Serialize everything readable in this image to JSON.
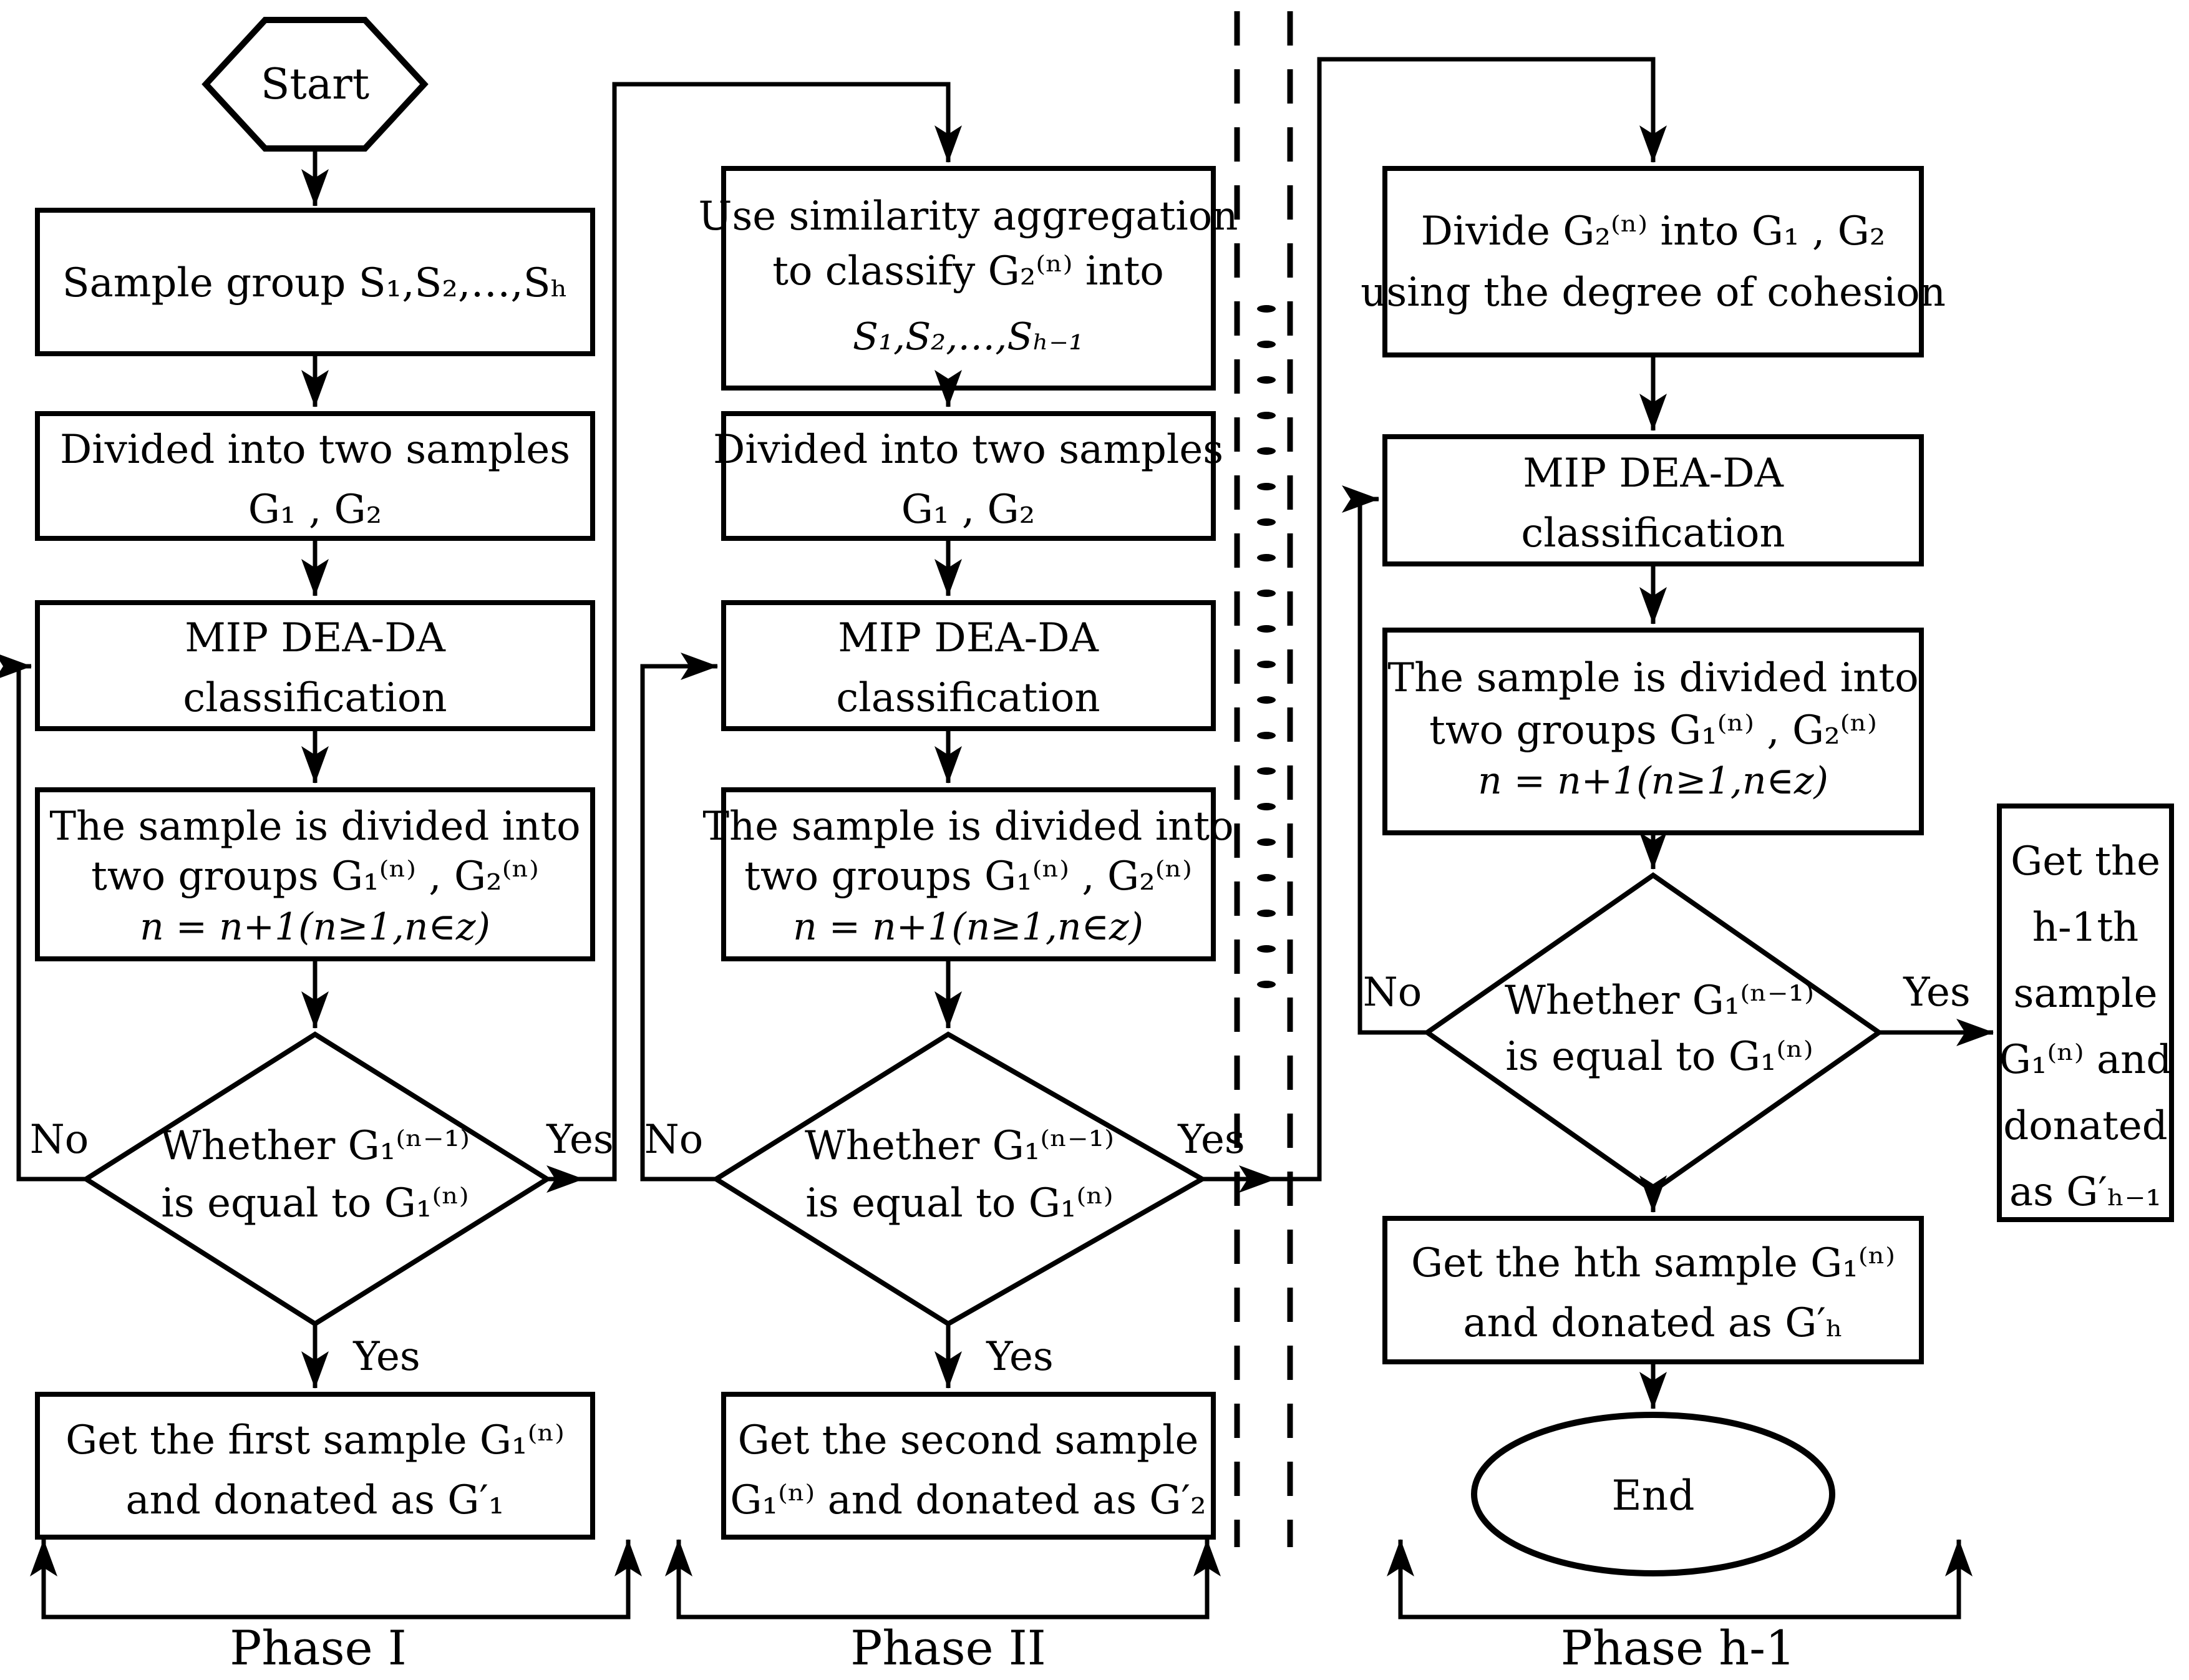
{
  "colors": {
    "ink": "#000000",
    "paper": "#ffffff"
  },
  "terminators": {
    "start": "Start",
    "end": "End"
  },
  "branch_labels": {
    "no": "No",
    "yes": "Yes"
  },
  "phase1": {
    "label": "Phase I",
    "sample_group": "Sample group S₁,S₂,…,Sₕ",
    "divided": [
      "Divided into two samples",
      "G₁ , G₂"
    ],
    "mip": [
      "MIP DEA-DA",
      "classification"
    ],
    "sample_divided": [
      "The sample is divided into",
      "two groups G₁⁽ⁿ⁾ , G₂⁽ⁿ⁾",
      "n = n+1(n≥1,n∈z)"
    ],
    "decision": [
      "Whether G₁⁽ⁿ⁻¹⁾",
      "is equal to G₁⁽ⁿ⁾"
    ],
    "result": [
      "Get the first sample G₁⁽ⁿ⁾",
      "and donated as G′₁"
    ]
  },
  "phase2": {
    "label": "Phase II",
    "aggregation": [
      "Use similarity aggregation",
      "to classify G₂⁽ⁿ⁾ into",
      "S₁,S₂,…,Sₕ₋₁"
    ],
    "divided": [
      "Divided into two samples",
      "G₁ , G₂"
    ],
    "mip": [
      "MIP DEA-DA",
      "classification"
    ],
    "sample_divided": [
      "The sample is divided into",
      "two groups G₁⁽ⁿ⁾ , G₂⁽ⁿ⁾",
      "n = n+1(n≥1,n∈z)"
    ],
    "decision": [
      "Whether G₁⁽ⁿ⁻¹⁾",
      "is equal to G₁⁽ⁿ⁾"
    ],
    "result": [
      "Get the second sample",
      "G₁⁽ⁿ⁾ and donated as G′₂"
    ]
  },
  "phase_h_minus_1": {
    "label": "Phase h-1",
    "divide_cohesion": [
      "Divide G₂⁽ⁿ⁾ into G₁ , G₂",
      "using the degree of cohesion"
    ],
    "mip": [
      "MIP DEA-DA",
      "classification"
    ],
    "sample_divided": [
      "The sample is divided into",
      "two groups G₁⁽ⁿ⁾ , G₂⁽ⁿ⁾",
      "n = n+1(n≥1,n∈z)"
    ],
    "decision": [
      "Whether G₁⁽ⁿ⁻¹⁾",
      "is equal to G₁⁽ⁿ⁾"
    ],
    "result_h_minus_1": [
      "Get the",
      "h-1th",
      "sample",
      "G₁⁽ⁿ⁾ and",
      "donated",
      "as G′ₕ₋₁"
    ],
    "result_h": [
      "Get the hth sample G₁⁽ⁿ⁾",
      "and donated as G′ₕ"
    ]
  }
}
